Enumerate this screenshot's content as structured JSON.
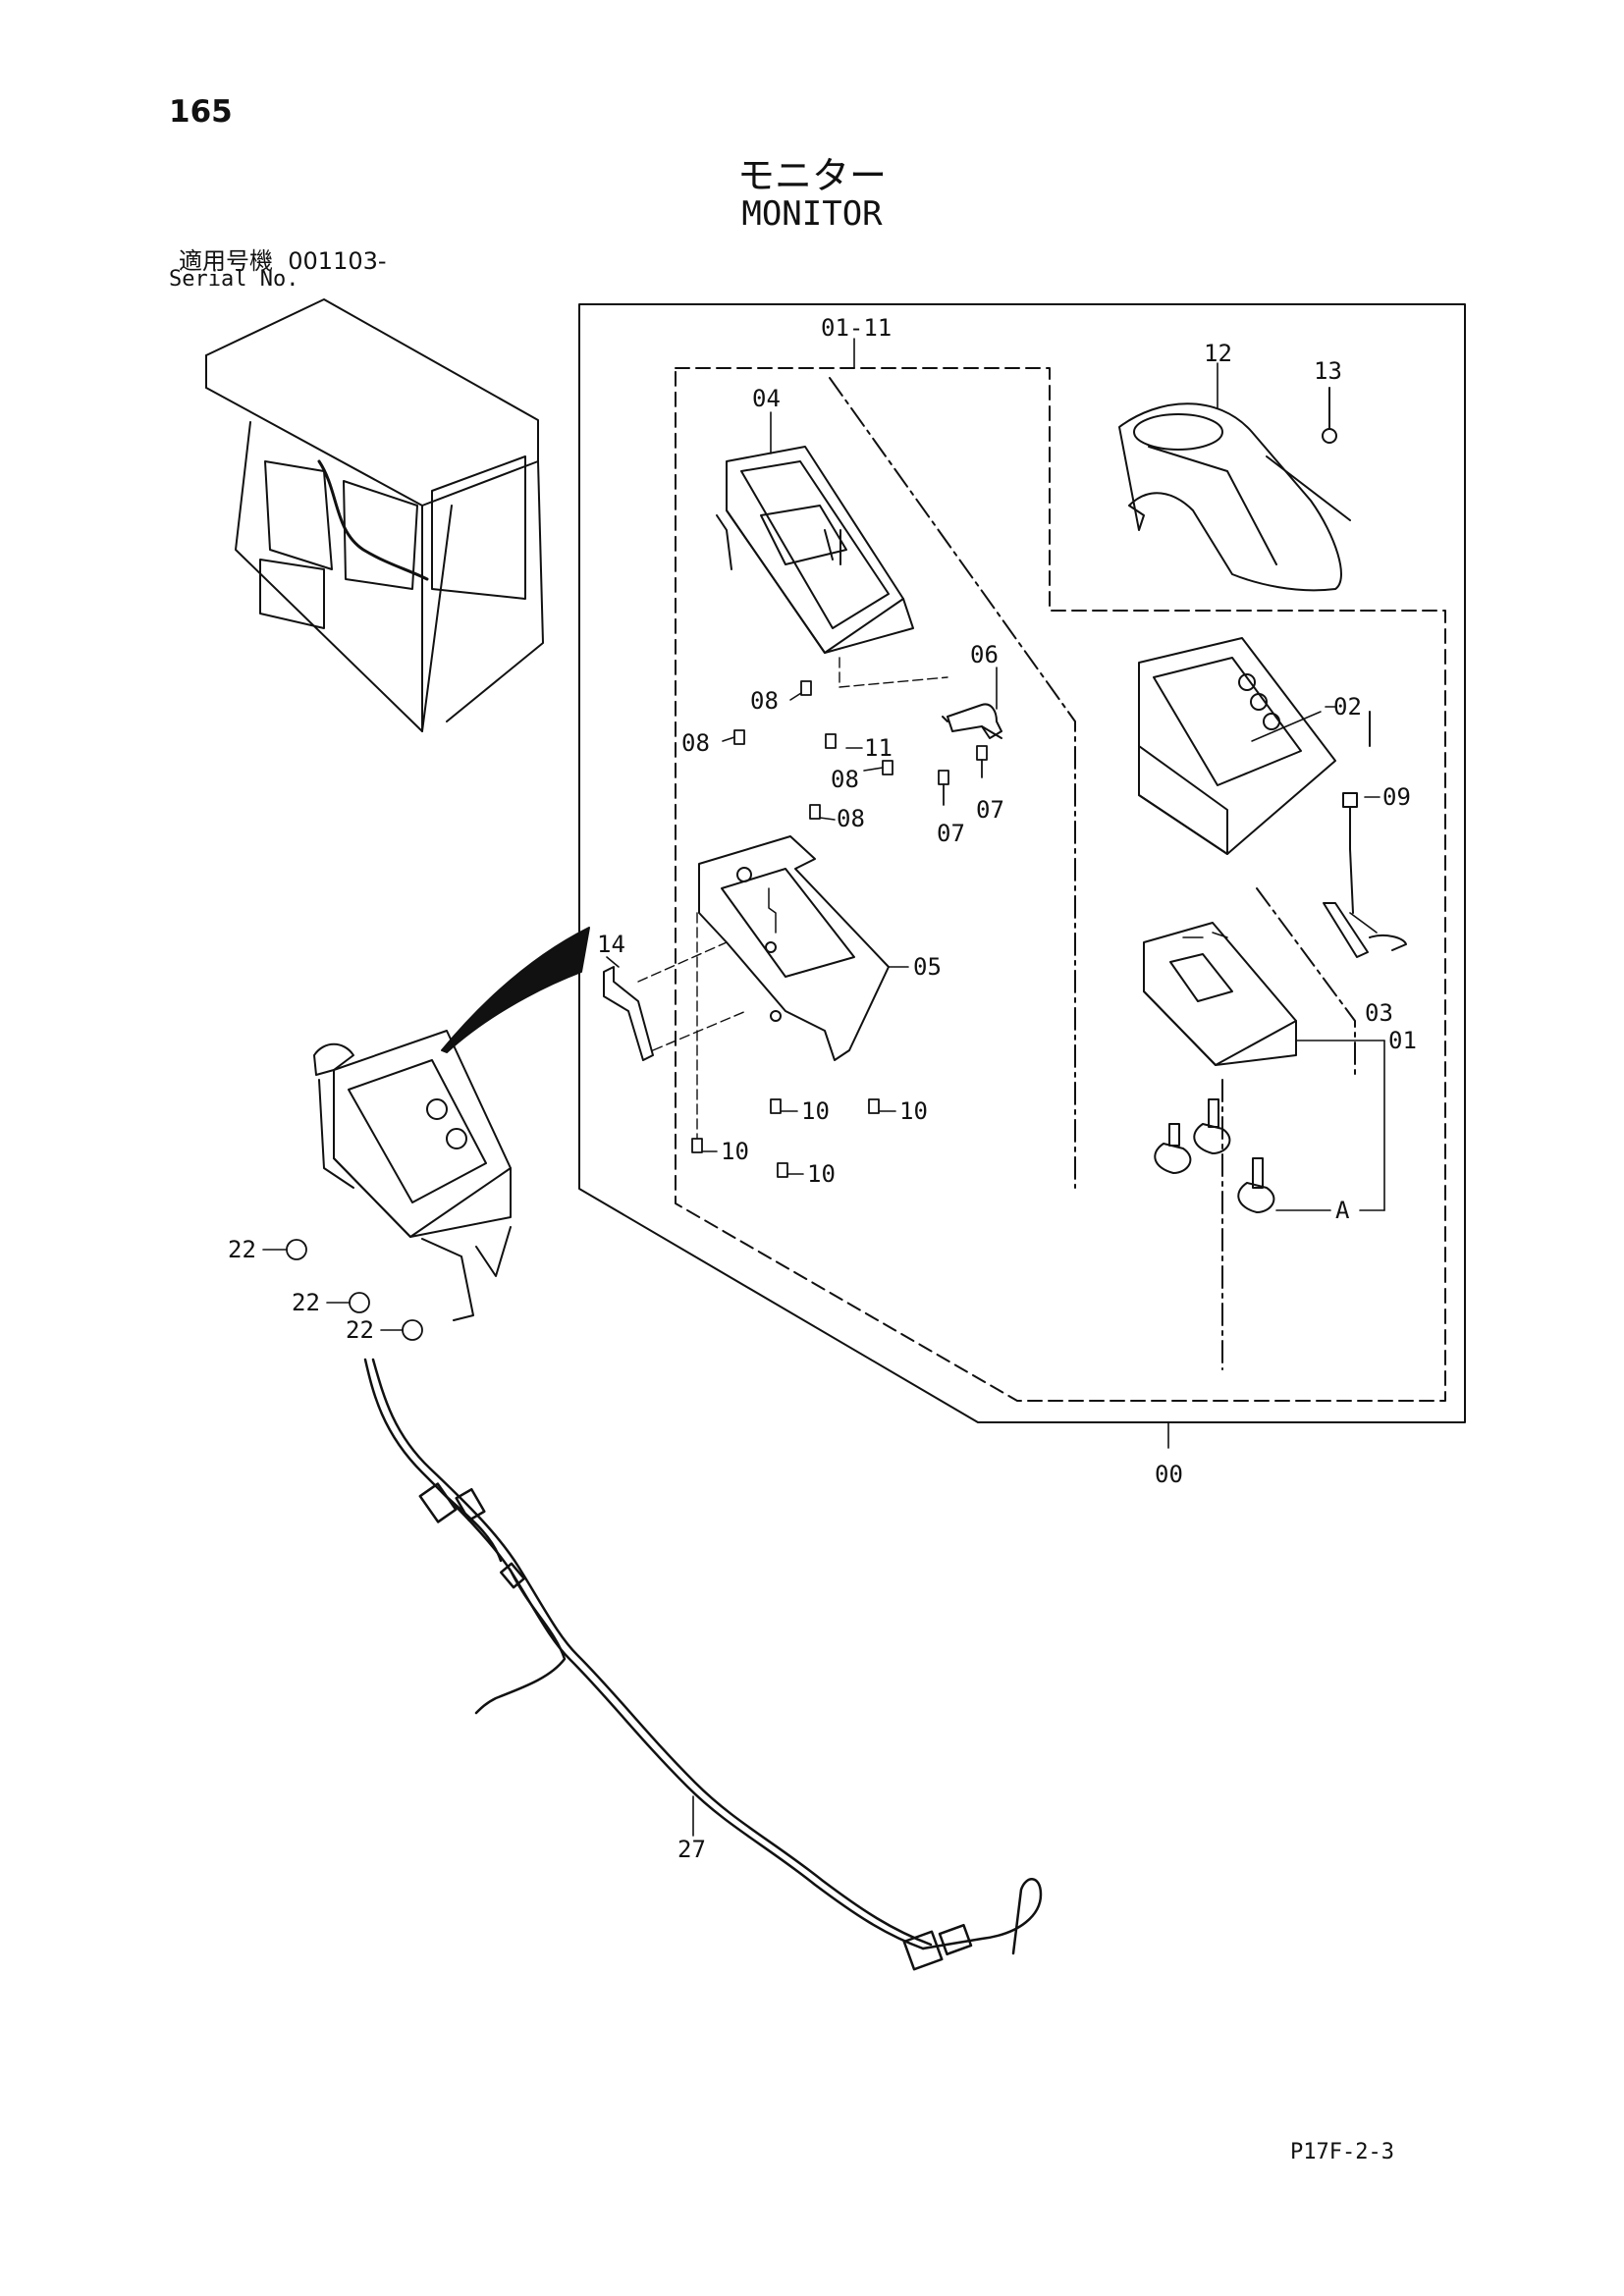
{
  "page": {
    "number": "165",
    "title_jp": "モニター",
    "title_en": "MONITOR",
    "serial_label_jp": "適用号機",
    "serial_value": "001103-",
    "serial_label_en": "Serial No.",
    "doc_code": "P17F-2-3"
  },
  "callouts": [
    {
      "id": "c-01-11",
      "label": "01-11"
    },
    {
      "id": "c-04",
      "label": "04"
    },
    {
      "id": "c-12",
      "label": "12"
    },
    {
      "id": "c-13",
      "label": "13"
    },
    {
      "id": "c-06",
      "label": "06"
    },
    {
      "id": "c-08a",
      "label": "08"
    },
    {
      "id": "c-08b",
      "label": "08"
    },
    {
      "id": "c-11",
      "label": "11"
    },
    {
      "id": "c-08c",
      "label": "08"
    },
    {
      "id": "c-08d",
      "label": "08"
    },
    {
      "id": "c-07a",
      "label": "07"
    },
    {
      "id": "c-07b",
      "label": "07"
    },
    {
      "id": "c-02",
      "label": "02"
    },
    {
      "id": "c-09",
      "label": "09"
    },
    {
      "id": "c-14",
      "label": "14"
    },
    {
      "id": "c-05",
      "label": "05"
    },
    {
      "id": "c-03",
      "label": "03"
    },
    {
      "id": "c-01",
      "label": "01"
    },
    {
      "id": "c-10a",
      "label": "10"
    },
    {
      "id": "c-10b",
      "label": "10"
    },
    {
      "id": "c-10c",
      "label": "10"
    },
    {
      "id": "c-10d",
      "label": "10"
    },
    {
      "id": "c-A",
      "label": "A"
    },
    {
      "id": "c-22a",
      "label": "22"
    },
    {
      "id": "c-22b",
      "label": "22"
    },
    {
      "id": "c-22c",
      "label": "22"
    },
    {
      "id": "c-00",
      "label": "00"
    },
    {
      "id": "c-27",
      "label": "27"
    }
  ]
}
